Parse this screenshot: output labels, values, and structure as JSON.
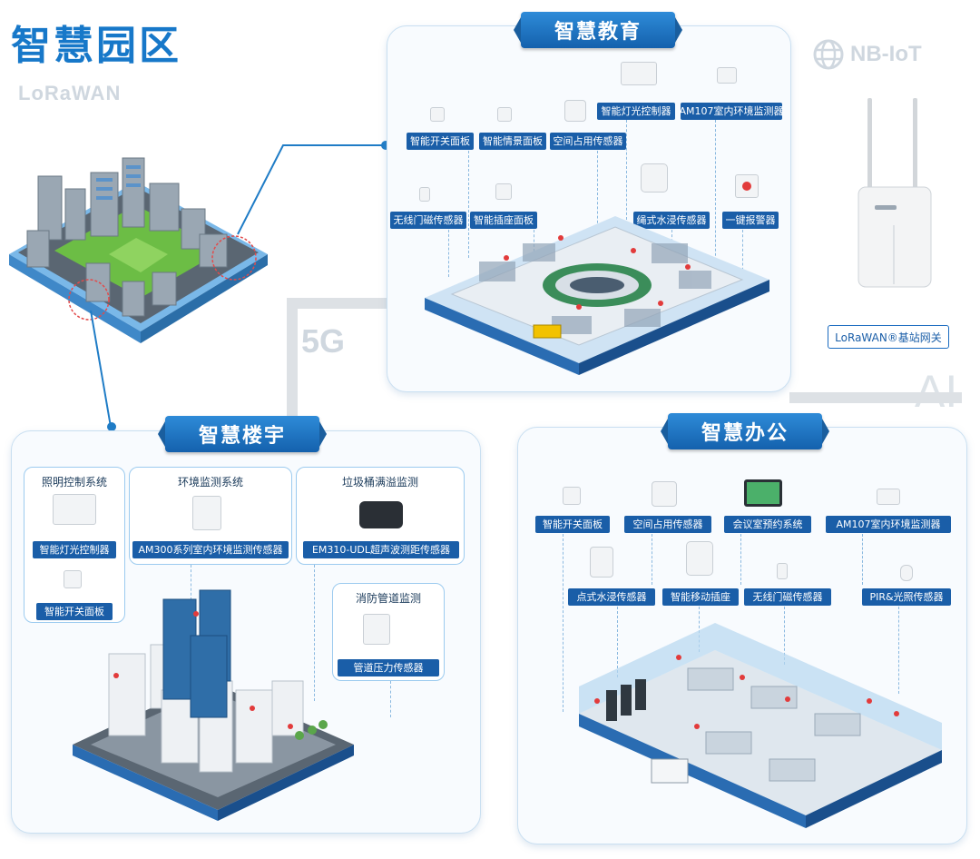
{
  "page": {
    "title": "智慧园区",
    "watermarks": {
      "lorawan": "LoRaWAN",
      "nbiot": "NB-IoT",
      "fiveg": "5G",
      "ai": "AI"
    }
  },
  "education": {
    "header": "智慧教育",
    "labels": {
      "light_controller": "智能灯光控制器",
      "am107": "AM107室内环境监测器",
      "switch_panel": "智能开关面板",
      "scene_panel": "智能情景面板",
      "occupancy": "空间占用传感器",
      "door_sensor": "无线门磁传感器",
      "socket_panel": "智能插座面板",
      "rope_leak": "绳式水浸传感器",
      "sos_alarm": "一键报警器"
    }
  },
  "gateway": {
    "label": "LoRaWAN®基站网关"
  },
  "building": {
    "header": "智慧楼宇",
    "lighting": {
      "title": "照明控制系统",
      "light_controller": "智能灯光控制器",
      "switch_panel": "智能开关面板"
    },
    "environment": {
      "title": "环境监测系统",
      "am300": "AM300系列室内环境监测传感器"
    },
    "bin": {
      "title": "垃圾桶满溢监测",
      "em310": "EM310-UDL超声波测距传感器"
    },
    "fire_pipe": {
      "title": "消防管道监测",
      "pressure": "管道压力传感器"
    }
  },
  "office": {
    "header": "智慧办公",
    "labels": {
      "switch_panel": "智能开关面板",
      "occupancy": "空间占用传感器",
      "meeting": "会议室预约系统",
      "am107": "AM107室内环境监测器",
      "spot_leak": "点式水浸传感器",
      "mobile_socket": "智能移动插座",
      "door_sensor": "无线门磁传感器",
      "pir_light": "PIR&光照传感器"
    }
  },
  "colors": {
    "brand": "#1778c9",
    "label_bg": "#1a5ea8",
    "header_top": "#2e8bd8",
    "header_bottom": "#1461ad",
    "pin": "#e23b3b"
  }
}
